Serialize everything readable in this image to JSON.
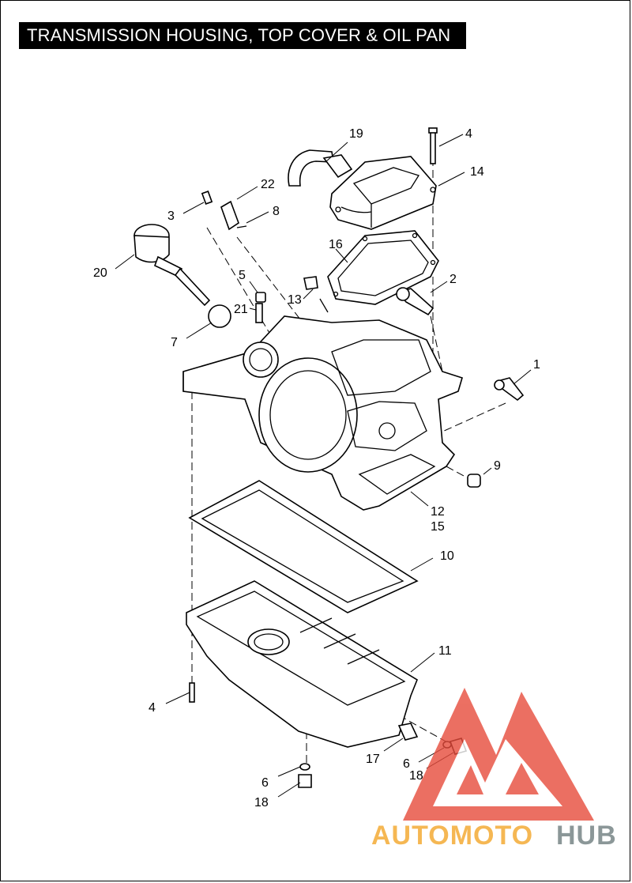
{
  "title": "TRANSMISSION HOUSING, TOP COVER & OIL PAN",
  "callouts": [
    {
      "id": "c19",
      "text": "19"
    },
    {
      "id": "c4a",
      "text": "4"
    },
    {
      "id": "c14",
      "text": "14"
    },
    {
      "id": "c22",
      "text": "22"
    },
    {
      "id": "c3",
      "text": "3"
    },
    {
      "id": "c8",
      "text": "8"
    },
    {
      "id": "c16",
      "text": "16"
    },
    {
      "id": "c20",
      "text": "20"
    },
    {
      "id": "c2",
      "text": "2"
    },
    {
      "id": "c5",
      "text": "5"
    },
    {
      "id": "c13",
      "text": "13"
    },
    {
      "id": "c21",
      "text": "21"
    },
    {
      "id": "c7",
      "text": "7"
    },
    {
      "id": "c1",
      "text": "1"
    },
    {
      "id": "c9",
      "text": "9"
    },
    {
      "id": "c12",
      "text": "12"
    },
    {
      "id": "c15",
      "text": "15"
    },
    {
      "id": "c10",
      "text": "10"
    },
    {
      "id": "c11",
      "text": "11"
    },
    {
      "id": "c4b",
      "text": "4"
    },
    {
      "id": "c17",
      "text": "17"
    },
    {
      "id": "c6a",
      "text": "6"
    },
    {
      "id": "c18a",
      "text": "18"
    },
    {
      "id": "c6b",
      "text": "6"
    },
    {
      "id": "c18b",
      "text": "18"
    }
  ],
  "watermark": {
    "part1": "AUTOMOTO",
    "part2": "HUB",
    "color1": "#f5b041",
    "color2": "#7f8c8d",
    "logo_color": "#e74c3c"
  }
}
